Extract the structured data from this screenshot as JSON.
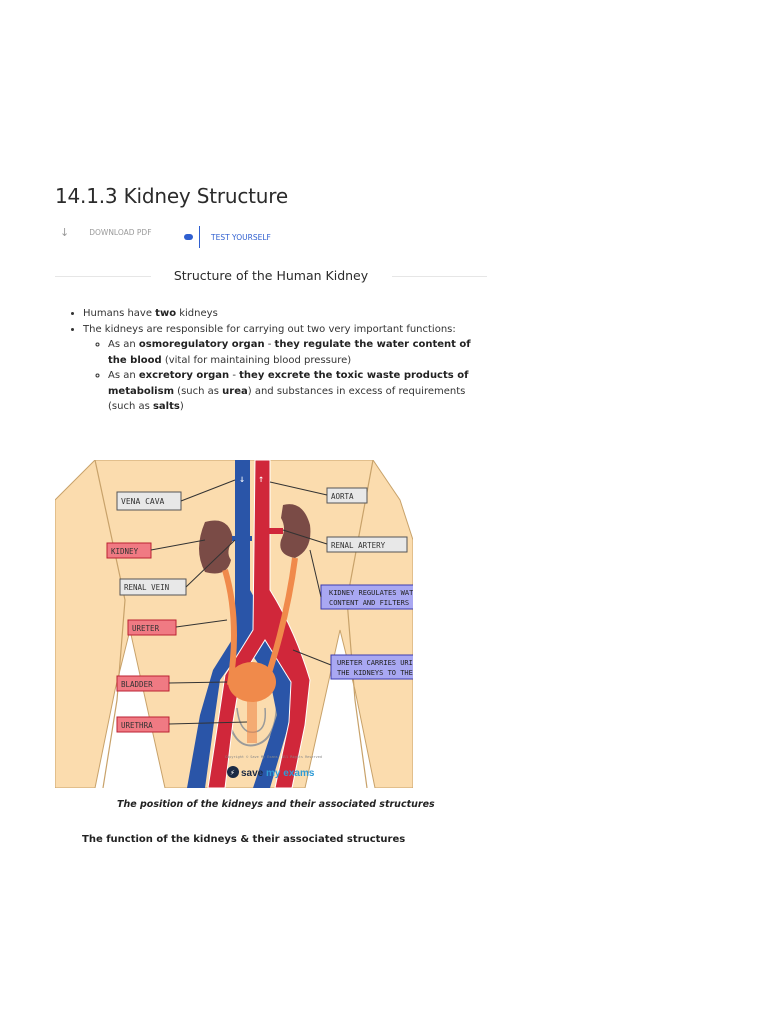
{
  "page": {
    "title": "14.1.3 Kidney Structure",
    "toolbar": {
      "download_label": "DOWNLOAD PDF",
      "download_icon": "download-arrow-icon",
      "test_label": "TEST YOURSELF",
      "test_icon": "chat-bubble-icon",
      "accent": "#2f5fd0"
    },
    "section_title": "Structure of the Human Kidney",
    "bullets": {
      "b1": {
        "t1": "Humans have ",
        "b": "two",
        "t2": " kidneys"
      },
      "b2": "The kidneys are responsible for carrying out two very important functions:",
      "s1": {
        "t1": "As an ",
        "b1": "osmoregulatory organ",
        "t2": " - ",
        "b2": "they regulate the water content of the blood",
        "t3": " (vital for maintaining blood pressure)"
      },
      "s2": {
        "t1": "As an ",
        "b1": "excretory organ",
        "t2": " - ",
        "b2": "they excrete the toxic waste products of metabolism",
        "t3": " (such as ",
        "b3": "urea",
        "t4": ") and substances in excess of requirements (such as ",
        "b4": "salts",
        "t5": ")"
      }
    },
    "figure": {
      "labels_left": {
        "vena_cava": "VENA CAVA",
        "kidney": "KIDNEY",
        "renal_vein": "RENAL VEIN",
        "ureter": "URETER",
        "bladder": "BLADDER",
        "urethra": "URETHRA"
      },
      "labels_right": {
        "aorta": "AORTA",
        "renal_artery": "RENAL ARTERY",
        "note1_l1": "KIDNEY REGULATES WATER",
        "note1_l2": "CONTENT AND FILTERS BLOOD",
        "note2_l1": "URETER CARRIES URINE FROM",
        "note2_l2": "THE KIDNEYS TO THE BLADDER"
      },
      "watermark": "Copyright © Save My Exams. All Rights Reserved",
      "logo_a": "save ",
      "logo_b": "my exams",
      "colors": {
        "skin": "#fbdcae",
        "artery": "#d0273a",
        "vein": "#2a55a8",
        "kidney": "#7a4b46",
        "ureter": "#f08a4b",
        "note": "#a9a8f2"
      }
    },
    "caption": "The position of the kidneys and their associated structures",
    "subheading": "The function of the kidneys & their associated structures"
  }
}
